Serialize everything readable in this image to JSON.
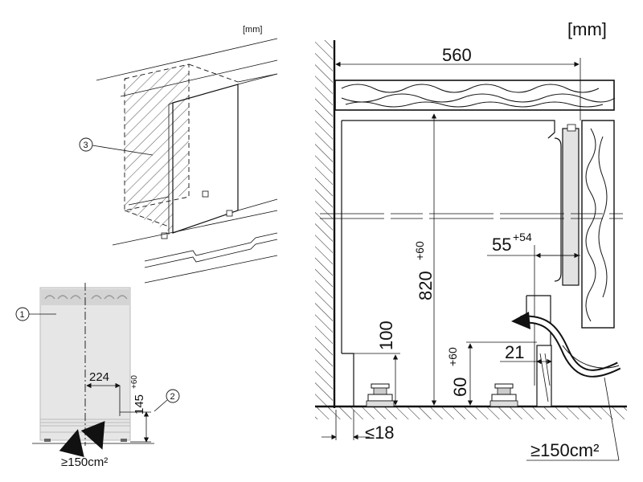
{
  "left_top": {
    "unit_label": "[mm]",
    "callout_3": "3"
  },
  "left_bottom": {
    "callout_1": "1",
    "callout_2": "2",
    "dim_224": "224",
    "dim_145": "145",
    "dim_145_sup": "+60",
    "vent_label": "≥150cm²"
  },
  "right": {
    "unit_label": "[mm]",
    "dim_560": "560",
    "dim_820": "820",
    "dim_820_sup": "+60",
    "dim_55": "55",
    "dim_55_sup": "+54",
    "dim_100": "100",
    "dim_60": "60",
    "dim_60_sup": "+60",
    "dim_21": "21",
    "dim_18": "≤18",
    "vent_label": "≥150cm²"
  }
}
